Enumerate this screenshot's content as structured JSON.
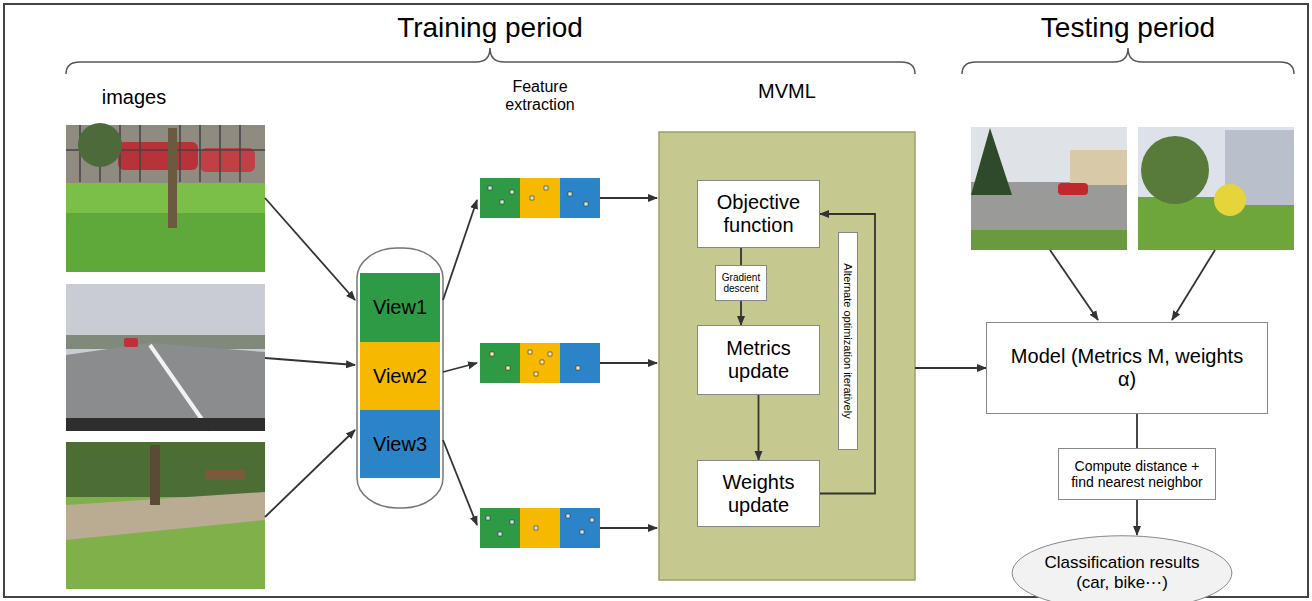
{
  "diagram": {
    "nodes": [
      {
        "text": [
          "View1"
        ]
      },
      {
        "text": [
          "View2"
        ]
      },
      {
        "text": [
          "View3"
        ]
      },
      {
        "text": [
          "MVML"
        ]
      },
      {
        "text": [
          "Objective function"
        ],
        "in": 3
      },
      {
        "text": [
          "Gradient descent"
        ],
        "in": 3
      },
      {
        "text": [
          "Metrics update"
        ],
        "in": 3
      },
      {
        "text": [
          "Weights update"
        ],
        "in": 3
      },
      {
        "text": [
          "Alternate optimization iteratively"
        ],
        "in": 3
      },
      {
        "text": [
          "Model (Metrics M, weights α)"
        ]
      },
      {
        "text": [
          "Compute distance + find nearest neighbor"
        ]
      },
      {
        "text": [
          "Classification results (car, bike⋯)"
        ]
      }
    ],
    "edges": [
      {
        "from": 4,
        "to": 5,
        "arrow": "none"
      },
      {
        "from": 5,
        "to": 6,
        "arrow": "to"
      },
      {
        "from": 6,
        "to": 7,
        "arrow": "to"
      },
      {
        "from": 7,
        "to": 4,
        "arrow": "to"
      },
      {
        "from": 3,
        "to": 9,
        "arrow": "to"
      },
      {
        "from": 9,
        "to": 10,
        "arrow": "none"
      },
      {
        "from": 10,
        "to": 11,
        "arrow": "to"
      }
    ],
    "labels": [
      "Training period",
      "Testing period",
      "images",
      "Feature extraction"
    ]
  }
}
